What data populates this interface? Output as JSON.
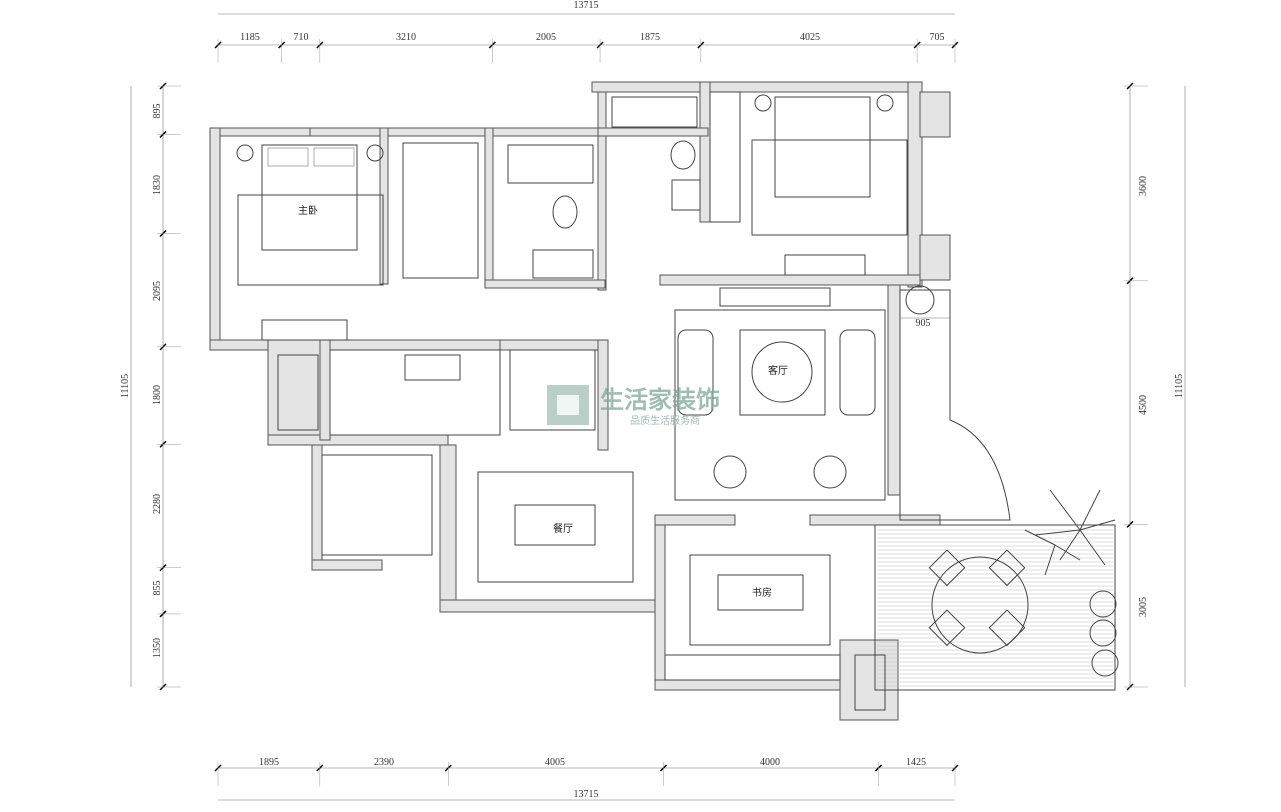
{
  "dimensions": {
    "top_total": "13715",
    "top": [
      "1185",
      "710",
      "3210",
      "2005",
      "1875",
      "4025",
      "705"
    ],
    "bottom_total": "13715",
    "bottom": [
      "1895",
      "2390",
      "4005",
      "4000",
      "1425"
    ],
    "left_total": "11105",
    "left": [
      "895",
      "1830",
      "2095",
      "1800",
      "2280",
      "855",
      "1350"
    ],
    "right_total": "11105",
    "right": [
      "3600",
      "4500",
      "3005"
    ],
    "balcony_width": "905"
  },
  "rooms": {
    "master_bedroom": "主卧",
    "living_room": "客厅",
    "dining_room": "餐厅",
    "study": "书房"
  },
  "watermark": {
    "brand": "生活家装饰",
    "slogan": "品质生活服务商"
  }
}
